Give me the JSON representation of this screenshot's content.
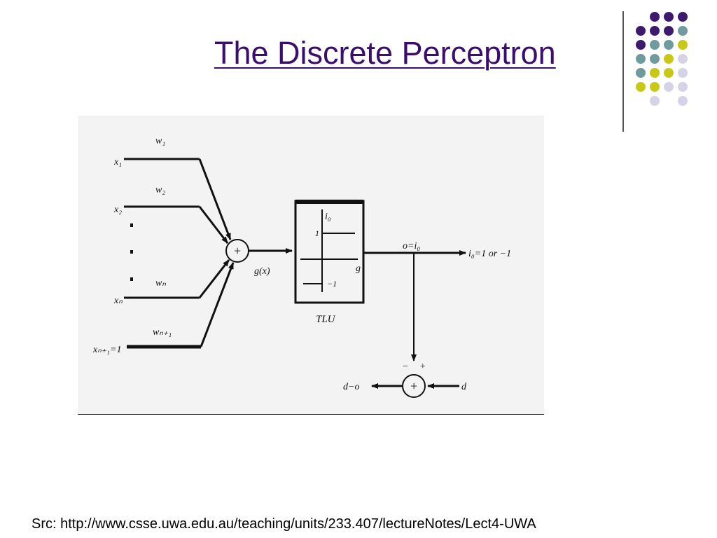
{
  "slide": {
    "title": "The Discrete Perceptron",
    "source": "Src: http://www.csse.uwa.edu.au/teaching/units/233.407/lectureNotes/Lect4-UWA"
  },
  "colors": {
    "title": "#3b0e6e",
    "purple": "#3d1a6e",
    "teal": "#6f9b9e",
    "olive": "#c9c819",
    "lavender": "#d5d3e6"
  },
  "diagram": {
    "inputs": [
      "x₁",
      "x₂",
      "xₙ",
      "xₙ₊₁=1"
    ],
    "weights": [
      "w₁",
      "w₂",
      "wₙ",
      "wₙ₊₁"
    ],
    "summer_symbol": "+",
    "net_label": "g(x)",
    "tlu_label": "TLU",
    "tlu_high": "1",
    "tlu_low": "−1",
    "tlu_out_axis": "i₀",
    "tlu_in_axis": "g",
    "output_label": "o=i₀",
    "output_result": "i₀=1 or −1",
    "comparator_minus": "−",
    "comparator_plus": "+",
    "error_label": "d−o",
    "desired_label": "d"
  }
}
